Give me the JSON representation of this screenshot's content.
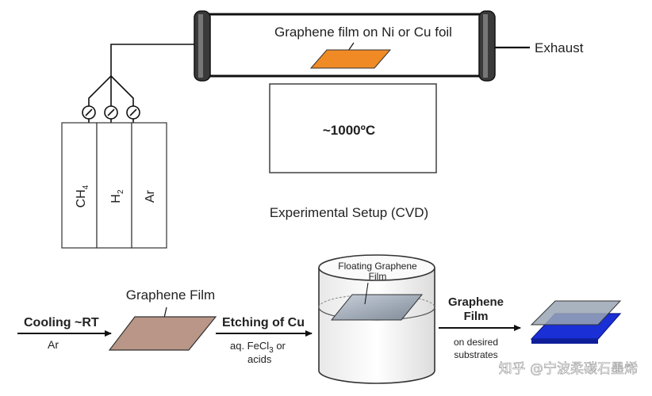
{
  "tube": {
    "label": "Graphene film on Ni or Cu foil",
    "exhaust": "Exhaust"
  },
  "furnace": {
    "temperature": "~1000ºC"
  },
  "gases": [
    {
      "main": "CH",
      "sub": "4"
    },
    {
      "main": "H",
      "sub": "2"
    },
    {
      "main": "Ar",
      "sub": ""
    }
  ],
  "setup_caption": "Experimental Setup (CVD)",
  "process": {
    "cooling": {
      "title": "Cooling ~RT",
      "sub": "Ar"
    },
    "film_label": "Graphene Film",
    "etching": {
      "title": "Etching of Cu",
      "line1": "aq. FeCl",
      "line1_sub": "3",
      "line1_tail": " or",
      "line2": "acids"
    },
    "beaker_label_1": "Floating Graphene",
    "beaker_label_2": "Film",
    "transfer": {
      "title_1": "Graphene",
      "title_2": "Film",
      "sub_1": "on desired",
      "sub_2": "substrates"
    }
  },
  "watermark": "知乎 @宁波柔碳石墨烯",
  "colors": {
    "foil": "#f08a24",
    "film_pink": "#b99688",
    "substrate_blue": "#1a2fd6",
    "graphene_gray": "#9aa6b4"
  }
}
